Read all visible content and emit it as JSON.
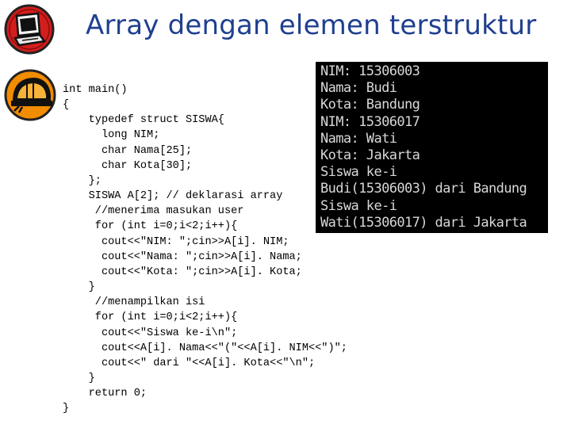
{
  "slide": {
    "title": "Array dengan elemen terstruktur",
    "icons": [
      "computer-icon",
      "helmet-icon"
    ]
  },
  "code": {
    "lines": [
      "int main()",
      "{",
      "    typedef struct SISWA{",
      "      long NIM;",
      "      char Nama[25];",
      "      char Kota[30];",
      "    };",
      "    SISWA A[2]; // deklarasi array",
      "     //menerima masukan user",
      "     for (int i=0;i<2;i++){",
      "      cout<<\"NIM: \";cin>>A[i]. NIM;",
      "      cout<<\"Nama: \";cin>>A[i]. Nama;",
      "      cout<<\"Kota: \";cin>>A[i]. Kota;",
      "    }",
      "     //menampilkan isi",
      "     for (int i=0;i<2;i++){",
      "      cout<<\"Siswa ke-i\\n\";",
      "      cout<<A[i]. Nama<<\"(\"<<A[i]. NIM<<\")\";",
      "      cout<<\" dari \"<<A[i]. Kota<<\"\\n\";",
      "    }",
      "    return 0;",
      "}"
    ]
  },
  "console": {
    "lines": [
      "NIM: 15306003",
      "Nama: Budi",
      "Kota: Bandung",
      "NIM: 15306017",
      "Nama: Wati",
      "Kota: Jakarta",
      "Siswa ke-i",
      "Budi(15306003) dari Bandung",
      "Siswa ke-i",
      "Wati(15306017) dari Jakarta"
    ]
  }
}
